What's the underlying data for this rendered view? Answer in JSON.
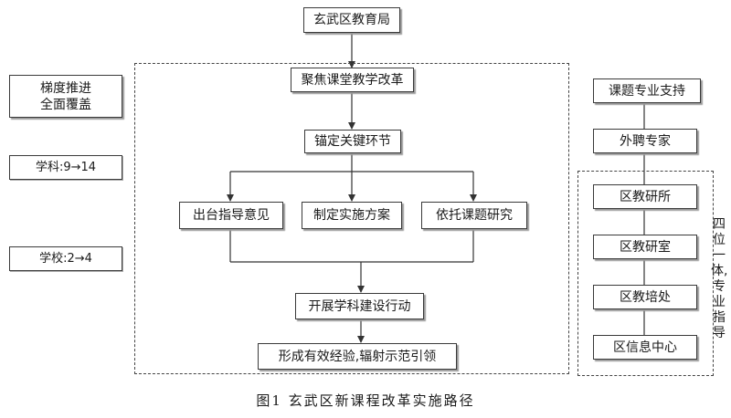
{
  "top": {
    "bureau": "玄武区教育局"
  },
  "left": {
    "gradient": "梯度推进\n全面覆盖",
    "subjects": "学科:9→14",
    "schools": "学校:2→4"
  },
  "main": {
    "focus": "聚焦课堂教学改革",
    "anchor": "锚定关键环节",
    "branches": [
      "出台指导意见",
      "制定实施方案",
      "依托课题研究"
    ],
    "launch": "开展学科建设行动",
    "result": "形成有效经验,辐射示范引领"
  },
  "right": {
    "support": "课题专业支持",
    "experts": "外聘专家",
    "units": [
      "区教研所",
      "区教研室",
      "区教培处",
      "区信息中心"
    ],
    "side_label": "四位一体,专业指导"
  },
  "caption": "图1  玄武区新课程改革实施路径"
}
